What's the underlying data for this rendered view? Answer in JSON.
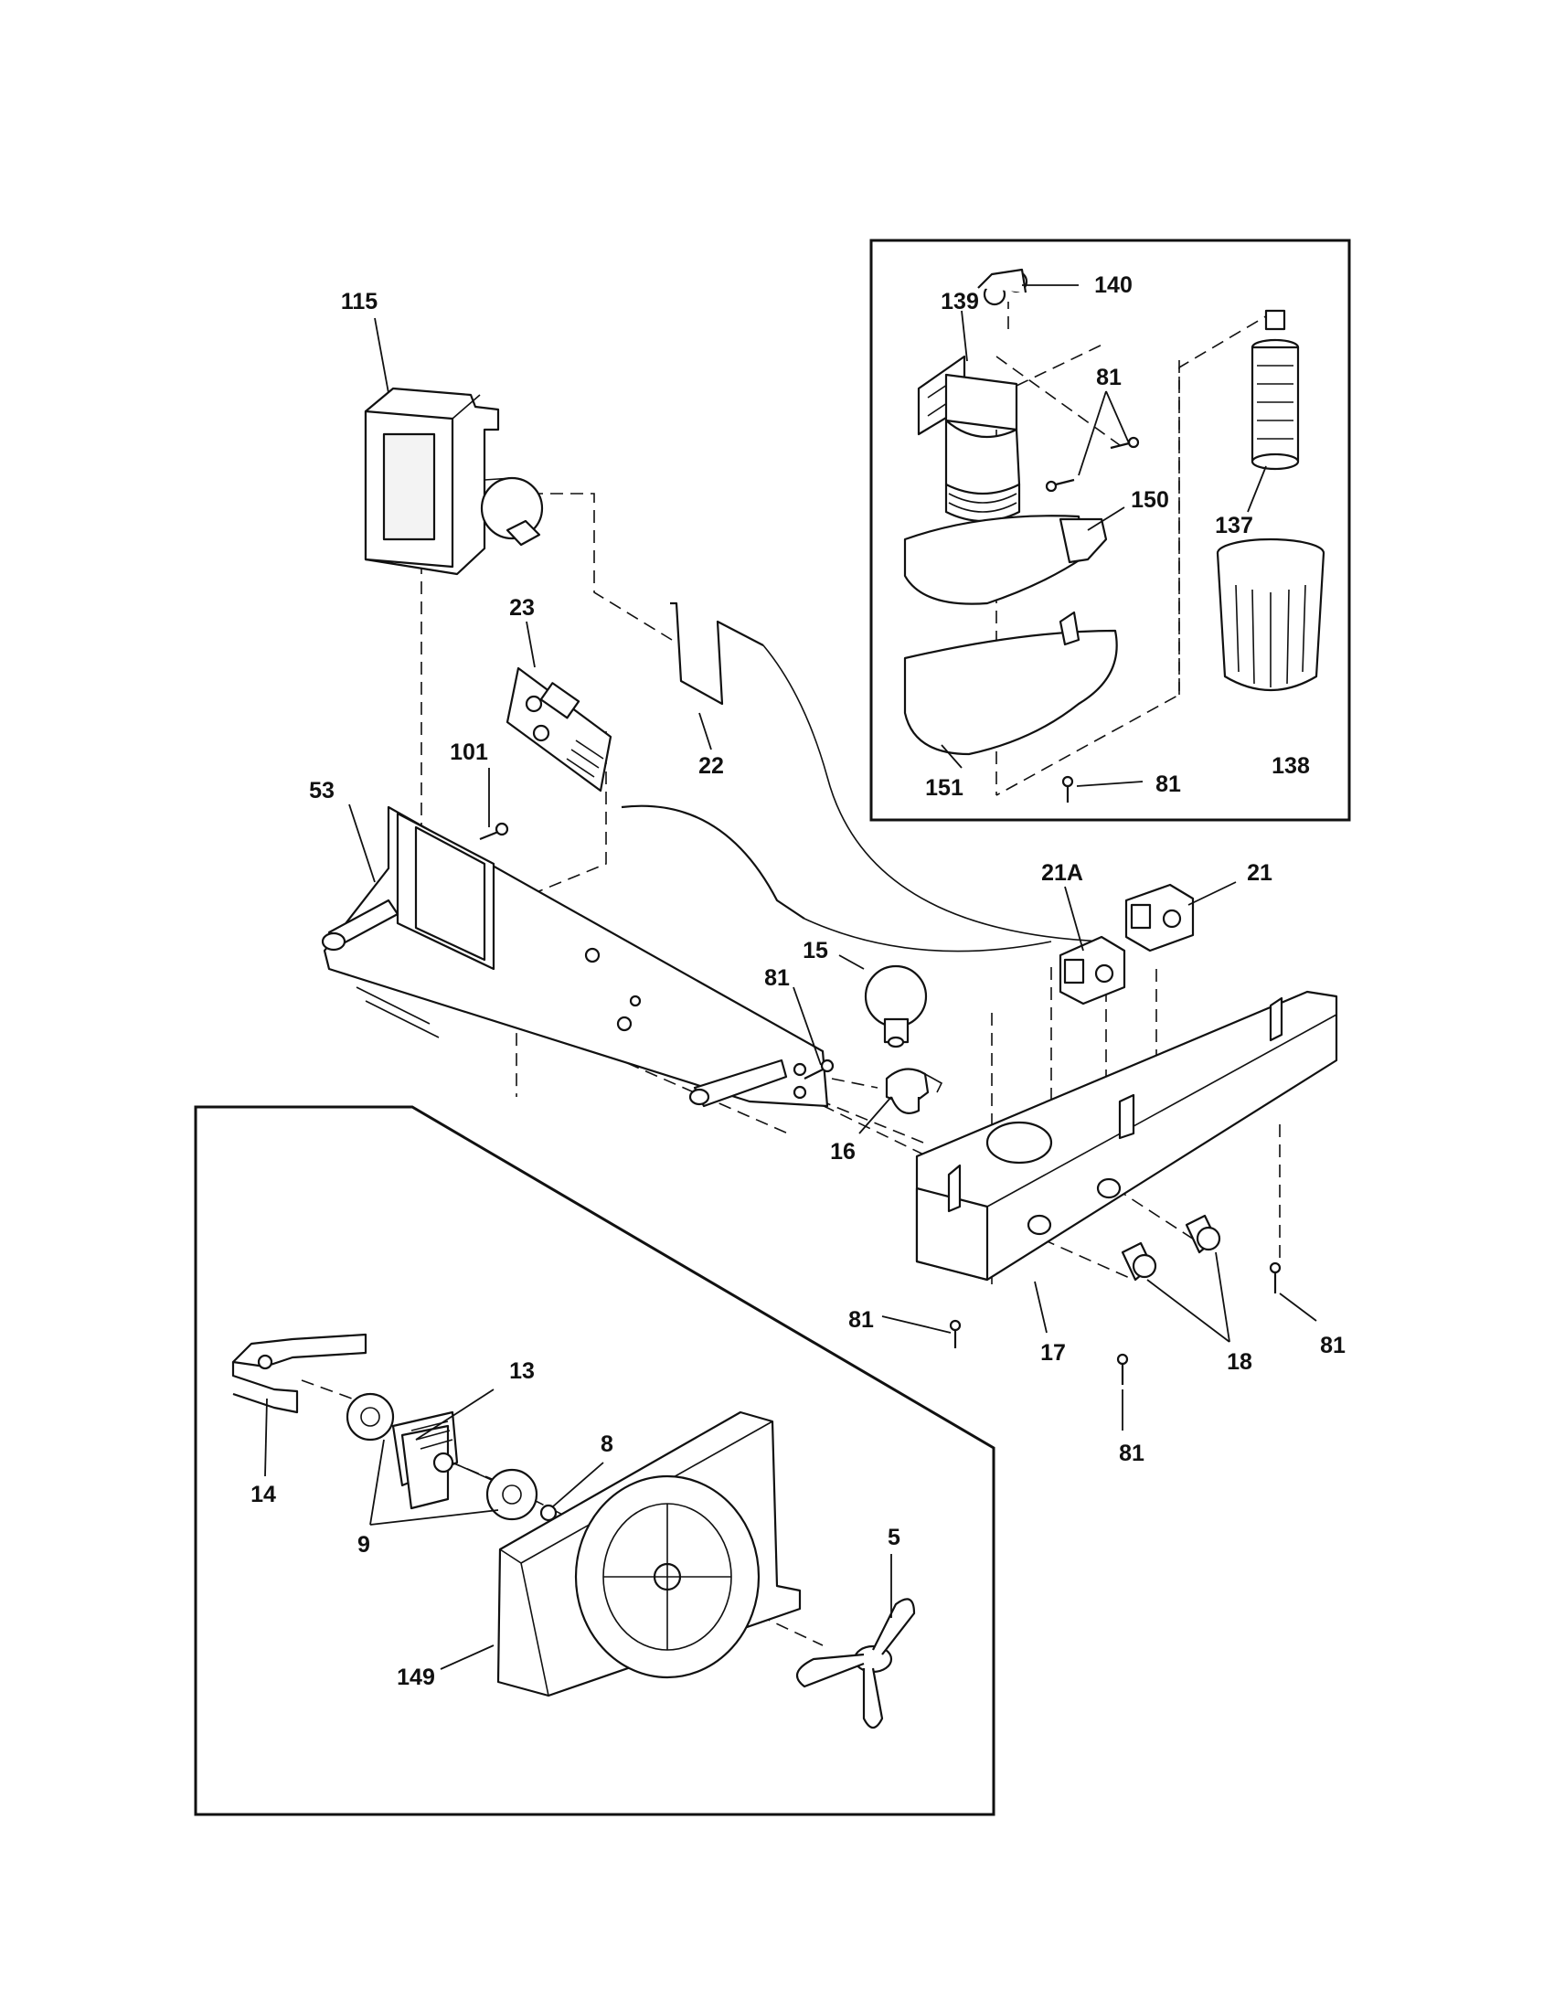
{
  "labels": {
    "p115": "115",
    "p23": "23",
    "p101": "101",
    "p53": "53",
    "p22": "22",
    "p81_a": "81",
    "p15": "15",
    "p16": "16",
    "p21A": "21A",
    "p21": "21",
    "p17": "17",
    "p18": "18",
    "p81_b": "81",
    "p81_c": "81",
    "p81_d": "81",
    "p139": "139",
    "p140": "140",
    "p81_e": "81",
    "p150": "150",
    "p137": "137",
    "p151": "151",
    "p81_f": "81",
    "p138": "138",
    "p13": "13",
    "p8": "8",
    "p14": "14",
    "p9": "9",
    "p5": "5",
    "p149": "149"
  }
}
